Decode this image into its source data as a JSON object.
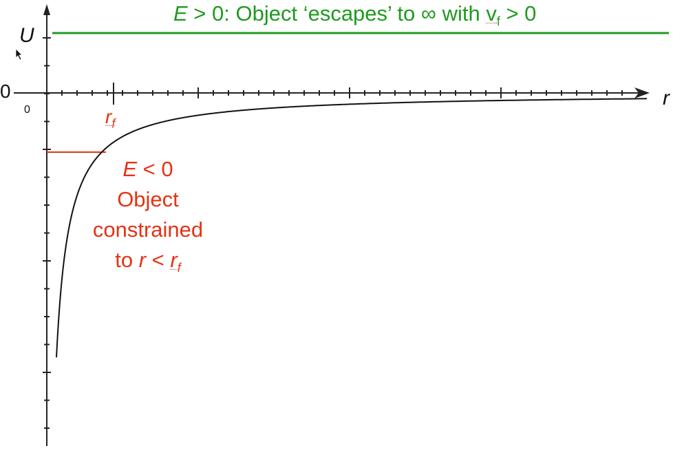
{
  "escape_label": {
    "E": "E",
    "rest_before_inf": " > 0: Object ‘escapes’ to ",
    "inf": "∞",
    "with": " with ",
    "vf": "v",
    "vf_sub": "f",
    "tail": " > 0"
  },
  "axes": {
    "y_label": "U",
    "x_label": "r",
    "zero_y": "0",
    "zero_x": "0"
  },
  "rf_tick": {
    "r": "r",
    "sub": "f"
  },
  "bound_label": {
    "line1_E": "E",
    "line1_rest": " < 0",
    "line2": "Object",
    "line3": "constrained",
    "line4_pre": "to ",
    "line4_r": "r",
    "line4_mid": " < ",
    "line4_rf": "r",
    "line4_rf_sub": "f"
  },
  "colors": {
    "escape": "#1f9a1f",
    "bound": "#e63214",
    "curve": "#111111",
    "axis": "#222222"
  }
}
